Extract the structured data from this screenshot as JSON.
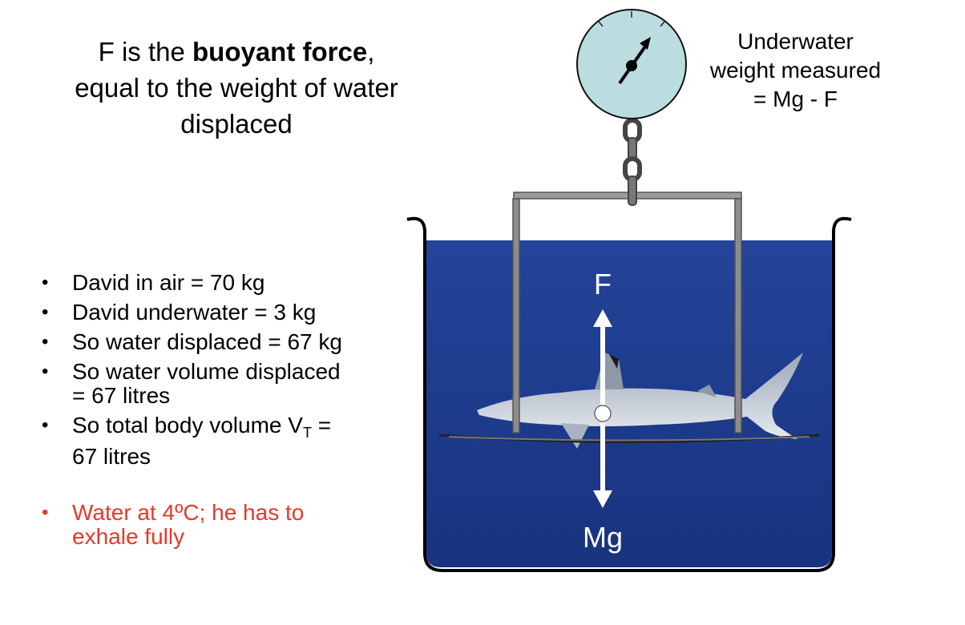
{
  "title": {
    "prefix": "F is the ",
    "bold": "buoyant force",
    "suffix": ",",
    "line2": "equal to the weight of water",
    "line3": "displaced"
  },
  "bullets": [
    {
      "text": "David in air = 70 kg"
    },
    {
      "text": "David underwater = 3 kg"
    },
    {
      "text": "So water displaced = 67 kg"
    },
    {
      "line1": "So water volume displaced",
      "line2": "= 67 litres"
    },
    {
      "line1_pre": "So total body volume V",
      "subscript": "T",
      "line1_post": " =",
      "line2": "67 litres"
    }
  ],
  "note": {
    "line1": "Water at 4ºC; he has to",
    "line2": "exhale fully"
  },
  "scale_label": {
    "line1": "Underwater",
    "line2": "weight measured",
    "line3": "= Mg - F"
  },
  "forces": {
    "up": "F",
    "down": "Mg"
  },
  "colors": {
    "water": "#1d3a8f",
    "note_text": "#e8382a",
    "dial_face": "#bcdde0",
    "frame": "#8a8a8a"
  }
}
